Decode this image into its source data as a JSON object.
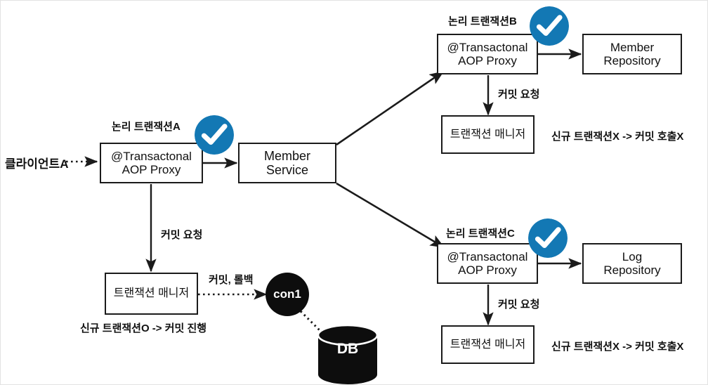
{
  "diagram": {
    "title": "Spring transaction propagation REQUIRED diagram",
    "accent_color": "#1378b4",
    "line_color": "#1b1b1b",
    "fill_color": "#ffffff",
    "dark_fill": "#0d0d0d"
  },
  "actors": {
    "client_label": "클라이언트A"
  },
  "nodes": {
    "proxy_a": {
      "line1": "@Transactonal",
      "line2": "AOP Proxy"
    },
    "proxy_b": {
      "line1": "@Transactonal",
      "line2": "AOP Proxy"
    },
    "proxy_c": {
      "line1": "@Transactonal",
      "line2": "AOP Proxy"
    },
    "member_service": {
      "line1": "Member",
      "line2": "Service"
    },
    "member_repository": {
      "line1": "Member",
      "line2": "Repository"
    },
    "log_repository": {
      "line1": "Log",
      "line2": "Repository"
    },
    "tx_manager_a": {
      "label": "트랜잭션 매니저"
    },
    "tx_manager_b": {
      "label": "트랜잭션 매니저"
    },
    "tx_manager_c": {
      "label": "트랜잭션 매니저"
    },
    "connection": {
      "label": "con1"
    },
    "database": {
      "label": "DB"
    }
  },
  "captions": {
    "logical_tx_a": "논리 트랜잭션A",
    "logical_tx_b": "논리 트랜잭션B",
    "logical_tx_c": "논리 트랜잭션C"
  },
  "edge_labels": {
    "commit_request_a": "커밋 요청",
    "commit_request_b": "커밋 요청",
    "commit_request_c": "커밋 요청",
    "commit_rollback": "커밋, 롤백"
  },
  "notes": {
    "note_a": "신규 트랜잭션O -> 커밋 진행",
    "note_b": "신규 트랜잭션X -> 커밋 호출X",
    "note_c": "신규 트랜잭션X -> 커밋 호출X"
  },
  "icons": {
    "check_a": "check-circle-icon",
    "check_b": "check-circle-icon",
    "check_c": "check-circle-icon",
    "db": "database-cylinder-icon"
  }
}
